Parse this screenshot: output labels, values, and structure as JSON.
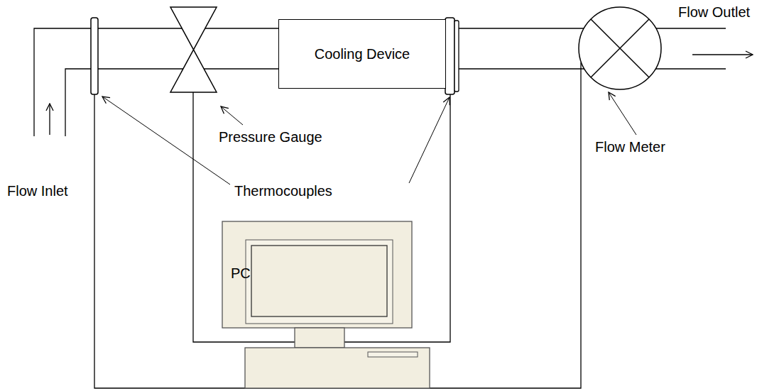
{
  "diagram": {
    "nodes": [
      {
        "text": [
          "Cooling Device"
        ]
      },
      {
        "text": [
          "PC"
        ]
      }
    ],
    "labels": [
      "Flow Outlet",
      "Pressure Gauge",
      "Flow Meter",
      "Flow Inlet",
      "Thermocouples"
    ]
  }
}
